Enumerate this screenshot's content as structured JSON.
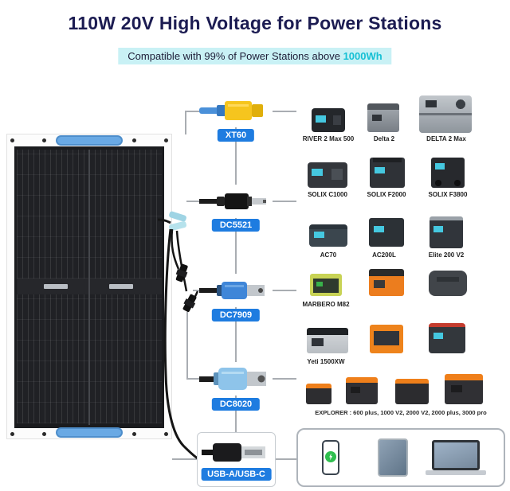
{
  "header": {
    "title": "110W 20V High Voltage for Power Stations",
    "subtitle_prefix": "Compatible with 99% of Power Stations above ",
    "subtitle_highlight": "1000Wh"
  },
  "connectors": {
    "xt60": "XT60",
    "dc5521": "DC5521",
    "dc7909": "DC7909",
    "dc8020": "DC8020",
    "usb": "USB-A/USB-C"
  },
  "products": {
    "row1": [
      "RIVER 2 Max 500",
      "Delta 2",
      "DELTA 2 Max"
    ],
    "row2": [
      "SOLIX C1000",
      "SOLIX F2000",
      "SOLIX F3800"
    ],
    "row3": [
      "AC70",
      "AC200L",
      "Elite 200 V2"
    ],
    "row4": [
      "MARBERO M82"
    ],
    "row5": [
      "Yeti 1500XW"
    ],
    "explorer_caption": "EXPLORER : 600 plus, 1000 V2, 2000 V2, 2000 plus, 3000 pro"
  },
  "colors": {
    "title_navy": "#1c1c52",
    "highlight_bg": "#c9f1f5",
    "accent_cyan": "#17c0d4",
    "connector_button_blue": "#1e7ce0",
    "line_gray": "#a9adb2",
    "xt60_yellow": "#f6c51e",
    "jackery_orange": "#ef7f1a"
  }
}
